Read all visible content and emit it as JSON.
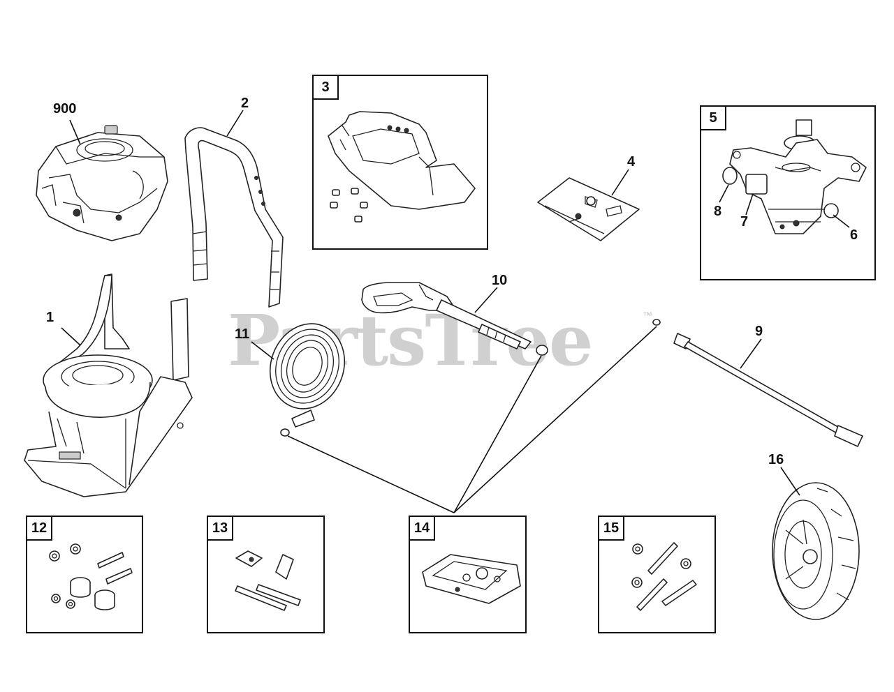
{
  "watermark": {
    "text": "PartsTree",
    "trademark": "™"
  },
  "callouts": {
    "engine": "900",
    "frame": "1",
    "handle": "2",
    "bracket_kit": "3",
    "hardware_bag": "4",
    "pump": "5",
    "pump_part_6": "6",
    "pump_part_7": "7",
    "pump_part_8": "8",
    "wand": "9",
    "spray_gun": "10",
    "hose": "11",
    "kit_12": "12",
    "kit_13": "13",
    "kit_14": "14",
    "kit_15": "15",
    "wheel": "16"
  }
}
